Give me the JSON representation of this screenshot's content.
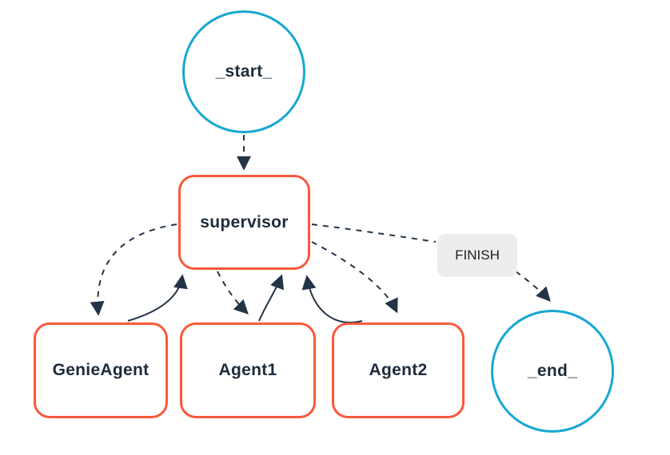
{
  "diagram": {
    "type": "agent-state-graph",
    "nodes": {
      "start": {
        "label": "_start_",
        "shape": "circle",
        "border_color": "#16a8d2"
      },
      "supervisor": {
        "label": "supervisor",
        "shape": "rounded-rect",
        "border_color": "#f9593b"
      },
      "genie": {
        "label": "GenieAgent",
        "shape": "rounded-rect",
        "border_color": "#f9593b"
      },
      "agent1": {
        "label": "Agent1",
        "shape": "rounded-rect",
        "border_color": "#f9593b"
      },
      "agent2": {
        "label": "Agent2",
        "shape": "rounded-rect",
        "border_color": "#f9593b"
      },
      "end": {
        "label": "_end_",
        "shape": "circle",
        "border_color": "#16a8d2"
      }
    },
    "edge_labels": {
      "finish": "FINISH"
    },
    "edges": [
      {
        "from": "_start_",
        "to": "supervisor",
        "style": "dashed"
      },
      {
        "from": "supervisor",
        "to": "GenieAgent",
        "style": "dashed"
      },
      {
        "from": "GenieAgent",
        "to": "supervisor",
        "style": "solid"
      },
      {
        "from": "supervisor",
        "to": "Agent1",
        "style": "dashed"
      },
      {
        "from": "Agent1",
        "to": "supervisor",
        "style": "solid"
      },
      {
        "from": "supervisor",
        "to": "Agent2",
        "style": "dashed"
      },
      {
        "from": "Agent2",
        "to": "supervisor",
        "style": "solid"
      },
      {
        "from": "supervisor",
        "to": "_end_",
        "style": "dashed",
        "label": "FINISH"
      }
    ],
    "colors": {
      "terminal_node_border": "#16a8d2",
      "agent_node_border": "#f9593b",
      "edge_stroke": "#243447",
      "node_text": "#1e2b3b",
      "edge_label_background": "#ededeb",
      "background": "#ffffff"
    }
  }
}
